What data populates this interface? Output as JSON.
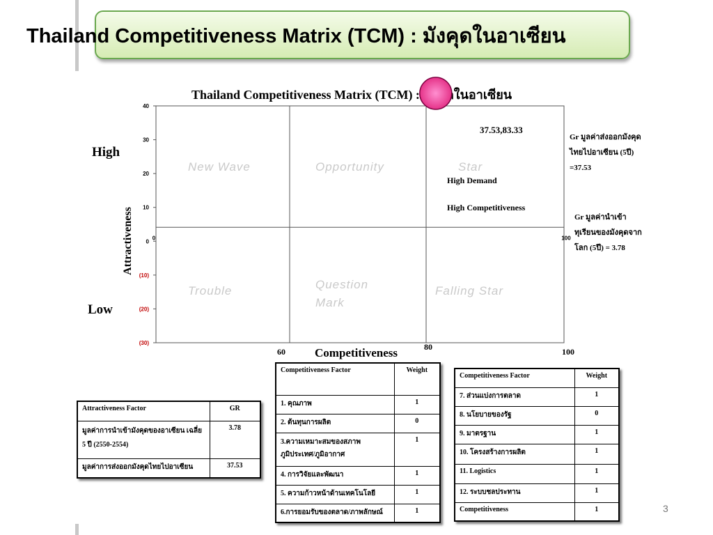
{
  "slide": {
    "title": "Thailand Competitiveness Matrix (TCM) : มังคุดในอาเซียน",
    "page_number": "3"
  },
  "chart_data": {
    "type": "scatter",
    "title": "Thailand Competitiveness Matrix (TCM) : มังคุดในอาเซียน",
    "xlabel": "Competitiveness",
    "ylabel": "Attractiveness",
    "y_ticks": [
      "40",
      "30",
      "20",
      "10",
      "0",
      "(10)",
      "(20)",
      "(30)"
    ],
    "y_tick_values": [
      40,
      30,
      20,
      10,
      0,
      -10,
      -20,
      -30
    ],
    "ylim": [
      -30,
      40
    ],
    "x_tick_labels_bottom": [
      "60",
      "80",
      "100"
    ],
    "x_tick_labels_axis": [
      "0",
      "100"
    ],
    "y_level_labels": {
      "high": "High",
      "low": "Low"
    },
    "quadrants": {
      "new_wave": "New Wave",
      "opportunity": "Opportunity",
      "star": "Star",
      "trouble": "Trouble",
      "question_mark": "Question Mark",
      "falling_star": "Falling Star"
    },
    "points": [
      {
        "label": "37.53,83.33",
        "x": 83.33,
        "y": 37.53,
        "color": "#e0207a"
      }
    ],
    "annotations": {
      "high_demand": "High Demand",
      "high_competitiveness": "High Competitiveness"
    },
    "grid": false
  },
  "side_notes": {
    "gr_export": "Gr มูลค่าส่งออกมังคุดไทยไปอาเซียน (5ปี) =37.53",
    "gr_import": "Gr มูลค่านำเข้าทุเรียนของมังคุดจากโลก (5ปี) = 3.78"
  },
  "attractiveness_table": {
    "headers": [
      "Attractiveness Factor",
      "GR"
    ],
    "rows": [
      [
        "มูลค่าการนำเข้ามังคุดของอาเซียน เฉลี่ย 5 ปี (2550-2554)",
        "3.78"
      ],
      [
        "มูลค่าการส่งออกมังคุดไทยไปอาเซียน",
        "37.53"
      ]
    ]
  },
  "competitiveness_table_1": {
    "headers": [
      "Competitiveness Factor",
      "Weight"
    ],
    "rows": [
      [
        "1. คุณภาพ",
        "1"
      ],
      [
        "2. ต้นทุนการผลิต",
        "0"
      ],
      [
        "3.ความเหมาะสมของสภาพภูมิประเทศ/ภูมิอากาศ",
        "1"
      ],
      [
        "4. การวิจัยและพัฒนา",
        "1"
      ],
      [
        "5. ความก้าวหน้าด้านเทคโนโลยี",
        "1"
      ],
      [
        "6.การยอมรับของตลาด/ภาพลักษณ์",
        "1"
      ]
    ]
  },
  "competitiveness_table_2": {
    "headers": [
      "Competitiveness Factor",
      "Weight"
    ],
    "rows": [
      [
        "7. ส่วนแบ่งการตลาด",
        "1"
      ],
      [
        "8. นโยบายของรัฐ",
        "0"
      ],
      [
        "9. มาตรฐาน",
        "1"
      ],
      [
        "10. โครงสร้างการผลิต",
        "1"
      ],
      [
        "11. Logistics",
        "1"
      ],
      [
        "12. ระบบชลประทาน",
        "1"
      ],
      [
        "Competitiveness",
        "1"
      ]
    ]
  }
}
